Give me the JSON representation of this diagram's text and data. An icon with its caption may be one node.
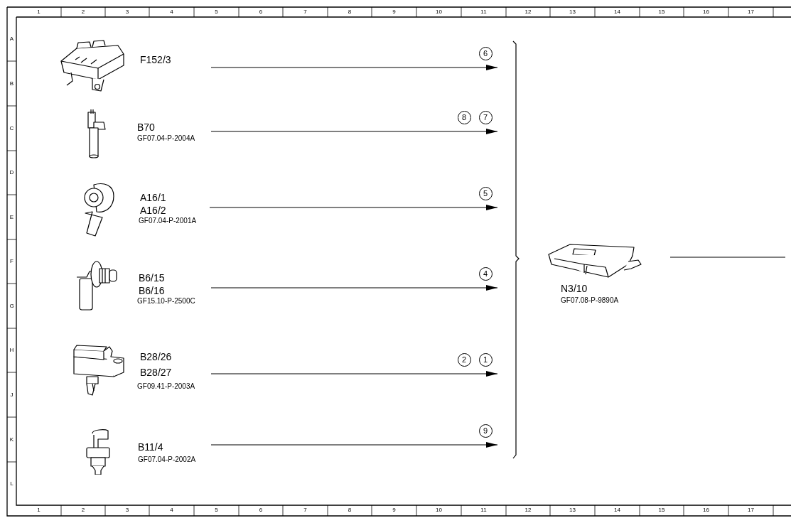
{
  "diagram": {
    "nodes": [
      {
        "text": [
          "F152/3"
        ]
      },
      {
        "text": [
          "B70",
          "GF07.04-P-2004A"
        ]
      },
      {
        "text": [
          "A16/1",
          "A16/2",
          "GF07.04-P-2001A"
        ]
      },
      {
        "text": [
          "B6/15",
          "B6/16",
          "GF15.10-P-2500C"
        ]
      },
      {
        "text": [
          "B28/26",
          "B28/27",
          "GF09.41-P-2003A"
        ]
      },
      {
        "text": [
          "B11/4",
          "GF07.04-P-2002A"
        ]
      },
      {
        "text": [
          "N3/10",
          "GF07.08-P-9890A"
        ]
      }
    ],
    "edges": [
      {
        "from": 0,
        "to": null,
        "arrow": "to",
        "label": "6"
      },
      {
        "from": 1,
        "to": null,
        "arrow": "to",
        "label": "8 7"
      },
      {
        "from": 2,
        "to": null,
        "arrow": "to",
        "label": "5"
      },
      {
        "from": 3,
        "to": null,
        "arrow": "to",
        "label": "4"
      },
      {
        "from": 4,
        "to": null,
        "arrow": "to",
        "label": "2 1"
      },
      {
        "from": 5,
        "to": null,
        "arrow": "to",
        "label": "9"
      },
      {
        "from": 6,
        "to": null,
        "arrow": "none"
      }
    ],
    "labels": [
      "1",
      "2",
      "3",
      "4",
      "5",
      "6",
      "7",
      "8",
      "9",
      "10",
      "11",
      "12",
      "13",
      "14",
      "15",
      "16",
      "17",
      "A",
      "B",
      "C",
      "D",
      "E",
      "F",
      "G",
      "H",
      "J",
      "K",
      "L",
      "1",
      "2",
      "3",
      "4",
      "5",
      "6",
      "7",
      "8",
      "9",
      "10",
      "11",
      "12",
      "13",
      "14",
      "15",
      "16",
      "17"
    ]
  }
}
